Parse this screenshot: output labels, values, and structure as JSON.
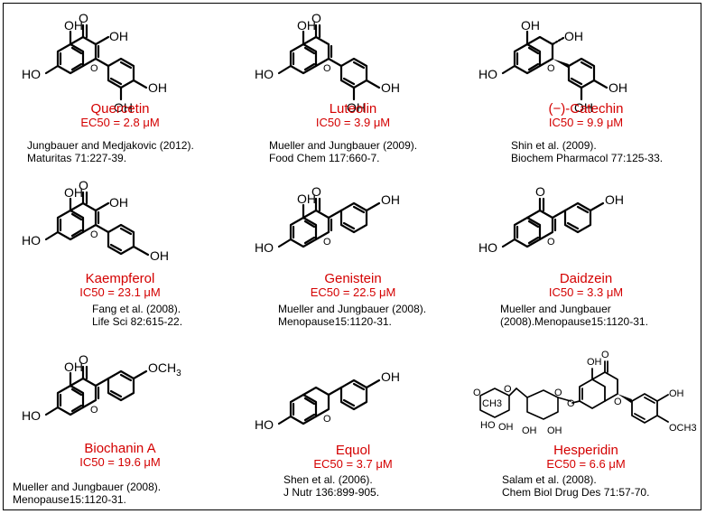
{
  "compounds": [
    {
      "name": "Quercetin",
      "value": "EC50 = 2.8  μM",
      "ref1": "Jungbauer and Medjakovic (2012).",
      "ref2": "Maturitas 71:227-39."
    },
    {
      "name": "Luteolin",
      "value": "IC50 = 3.9  μM",
      "ref1": "Mueller and Jungbauer (2009).",
      "ref2": "Food Chem 117:660-7."
    },
    {
      "name": "(−)-Catechin",
      "value": "IC50 = 9.9  μM",
      "ref1": "Shin et al. (2009).",
      "ref2": "Biochem Pharmacol 77:125-33."
    },
    {
      "name": "Kaempferol",
      "value": "IC50 = 23.1  μM",
      "ref1": "Fang et al. (2008).",
      "ref2": "Life Sci 82:615-22."
    },
    {
      "name": "Genistein",
      "value": "EC50 = 22.5  μM",
      "ref1": "Mueller and Jungbauer (2008).",
      "ref2": "Menopause15:1120-31."
    },
    {
      "name": "Daidzein",
      "value": "IC50 = 3.3  μM",
      "ref1": "Mueller and Jungbauer",
      "ref2": "(2008).Menopause15:1120-31."
    },
    {
      "name": "Biochanin A",
      "value": "IC50 = 19.6  μM",
      "ref1": "Mueller and Jungbauer (2008).",
      "ref2": "Menopause15:1120-31."
    },
    {
      "name": "Equol",
      "value": "EC50 = 3.7  μM",
      "ref1": "Shen et al. (2006).",
      "ref2": "J Nutr 136:899-905."
    },
    {
      "name": "Hesperidin",
      "value": "EC50 = 6.6  μM",
      "ref1": "Salam et al. (2008).",
      "ref2": "Chem Biol Drug Des 71:57-70."
    }
  ],
  "labels": {
    "oh": "OH",
    "ho": "HO",
    "o": "O",
    "och3": "OCH3",
    "och3_main": "OCH",
    "och3_sub": "3",
    "ch3": "CH3",
    "stereo": "…"
  },
  "colors": {
    "compound_name": "#d40000",
    "value": "#d40000",
    "text": "#000000",
    "frame": "#000000"
  }
}
